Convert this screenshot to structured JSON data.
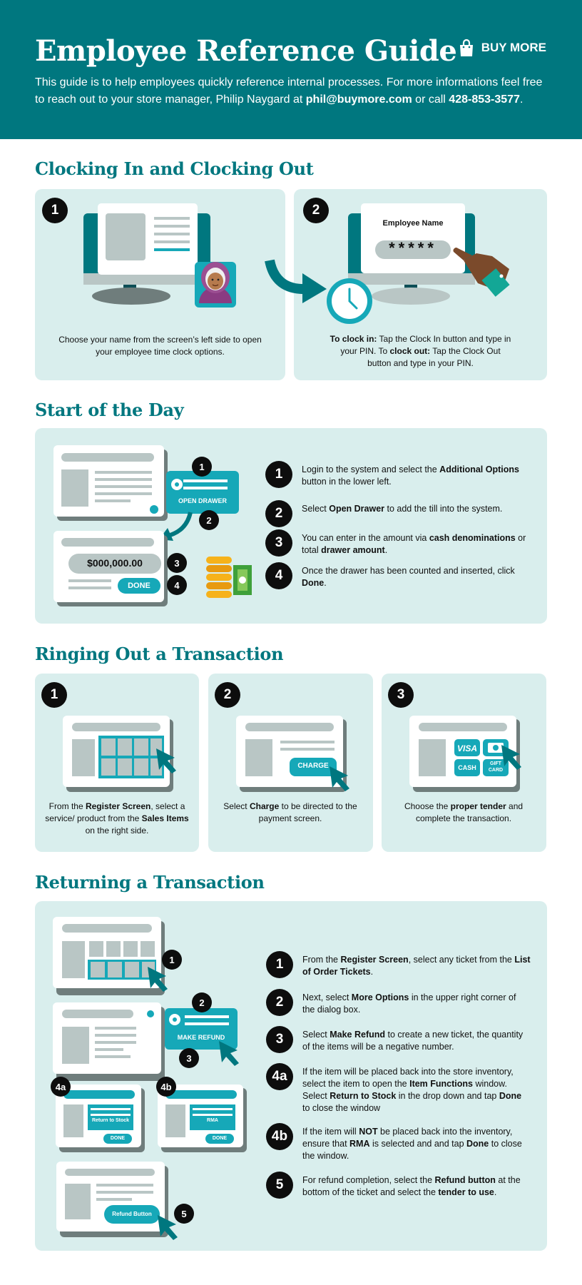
{
  "header": {
    "title": "Employee Reference Guide",
    "intro_text": "This guide is to help employees quickly reference internal processes. For more informations feel free to reach out to your store manager, Philip Naygard at ",
    "email": "phil@buymore.com",
    "intro_or": " or call ",
    "phone": "428-853-3577",
    "intro_end": ".",
    "brand": "BUY MORE"
  },
  "clocking": {
    "title": "Clocking In and Clocking Out",
    "step1_num": "1",
    "step1_caption": "Choose your name from the screen’s left side to open your employee time clock options.",
    "step2_num": "2",
    "screen_label": "Employee Name",
    "pin_mask": "*****",
    "clock_in_label": "To clock in:",
    "clock_in_text": " Tap the Clock In button and type in your PIN. To ",
    "clock_out_label": "clock out:",
    "clock_out_text": " Tap the Clock Out button and type in your PIN."
  },
  "start_day": {
    "title": "Start of the Day",
    "open_drawer_label": "OPEN DRAWER",
    "amount_label": "$000,000.00",
    "done_label": "DONE",
    "callouts": [
      "1",
      "2",
      "3",
      "4"
    ],
    "steps": [
      {
        "num": "1",
        "pre": "Login to the system and select the ",
        "bold": "Additional Options",
        "post": " button in the lower left."
      },
      {
        "num": "2",
        "pre": "Select ",
        "bold": "Open Drawer",
        "post": " to add the till into the system."
      },
      {
        "num": "3",
        "pre": "You can enter in the amount via ",
        "bold": "cash denominations",
        "mid": " or total ",
        "bold2": "drawer amount",
        "post": "."
      },
      {
        "num": "4",
        "pre": "Once the drawer has been counted and inserted, click ",
        "bold": "Done",
        "post": "."
      }
    ]
  },
  "ringing": {
    "title": "Ringing Out a Transaction",
    "cards": [
      {
        "num": "1",
        "pre": "From the ",
        "bold": "Register Screen",
        "mid": ", select a service/ product from the ",
        "bold2": "Sales Items",
        "post": " on the right side."
      },
      {
        "num": "2",
        "pre": "Select ",
        "bold": "Charge",
        "mid": " to be directed to the payment screen.",
        "bold2": "",
        "post": ""
      },
      {
        "num": "3",
        "pre": "Choose the ",
        "bold": "proper tender",
        "mid": " and complete the transaction.",
        "bold2": "",
        "post": ""
      }
    ],
    "charge_label": "CHARGE",
    "visa_label": "VISA",
    "cash_label": "CASH",
    "gift_label_1": "GIFT",
    "gift_label_2": "CARD"
  },
  "returning": {
    "title": "Returning a Transaction",
    "make_refund_label": "MAKE REFUND",
    "return_stock_label": "Return to Stock",
    "rma_label": "RMA",
    "done_label": "DONE",
    "refund_button_label": "Refund Button",
    "callouts": [
      "1",
      "2",
      "3",
      "4a",
      "4b",
      "5"
    ],
    "steps": [
      {
        "num": "1",
        "pre": "From the ",
        "bold": "Register Screen",
        "mid": ", select any ticket from the ",
        "bold2": "List of Order Tickets",
        "post": "."
      },
      {
        "num": "2",
        "pre": "Next, select ",
        "bold": "More Options",
        "mid": " in the upper right corner of the dialog box.",
        "bold2": "",
        "post": ""
      },
      {
        "num": "3",
        "pre": "Select ",
        "bold": "Make Refund",
        "mid": " to create a new ticket, the quantity of the items will be a negative number.",
        "bold2": "",
        "post": ""
      },
      {
        "num": "4a",
        "pre": "If the item will be placed back into the store inventory, select the item to open the ",
        "bold": "Item Functions",
        "mid": " window. Select ",
        "bold2": "Return to Stock",
        "mid2": " in the drop down and tap ",
        "bold3": "Done",
        "post": " to close the window"
      },
      {
        "num": "4b",
        "pre": "If the item will ",
        "bold": "NOT",
        "mid": " be placed back into the inventory, ensure that ",
        "bold2": "RMA",
        "mid2": " is selected and and tap ",
        "bold3": "Done",
        "post": " to close the window."
      },
      {
        "num": "5",
        "pre": "For refund completion, select the ",
        "bold": "Refund button",
        "mid": " at the bottom of the ticket and select the ",
        "bold2": "tender to use",
        "post": "."
      }
    ]
  },
  "colors": {
    "teal_dark": "#00777f",
    "teal_accent": "#16a8b8",
    "panel_bg": "#d9eeed",
    "screen_gray": "#b9c6c5"
  }
}
